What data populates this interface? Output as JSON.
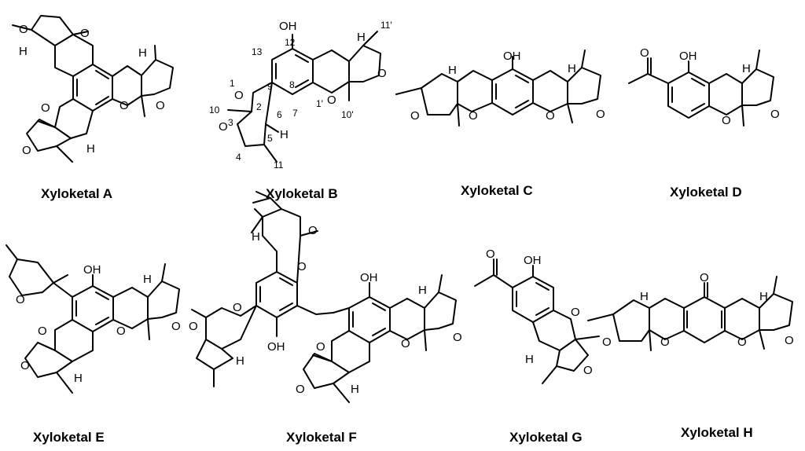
{
  "captions": [
    "Xyloketal A",
    "Xyloketal B",
    "Xyloketal C",
    "Xyloketal D",
    "Xyloketal E",
    "Xyloketal F",
    "Xyloketal G",
    "Xyloketal H"
  ],
  "atoms": {
    "O": "O",
    "OH": "OH",
    "H": "H"
  },
  "numbering": [
    "1",
    "2",
    "3",
    "4",
    "5",
    "6",
    "7",
    "8",
    "9",
    "10",
    "11",
    "12",
    "13",
    "1'",
    "10'",
    "11'"
  ]
}
